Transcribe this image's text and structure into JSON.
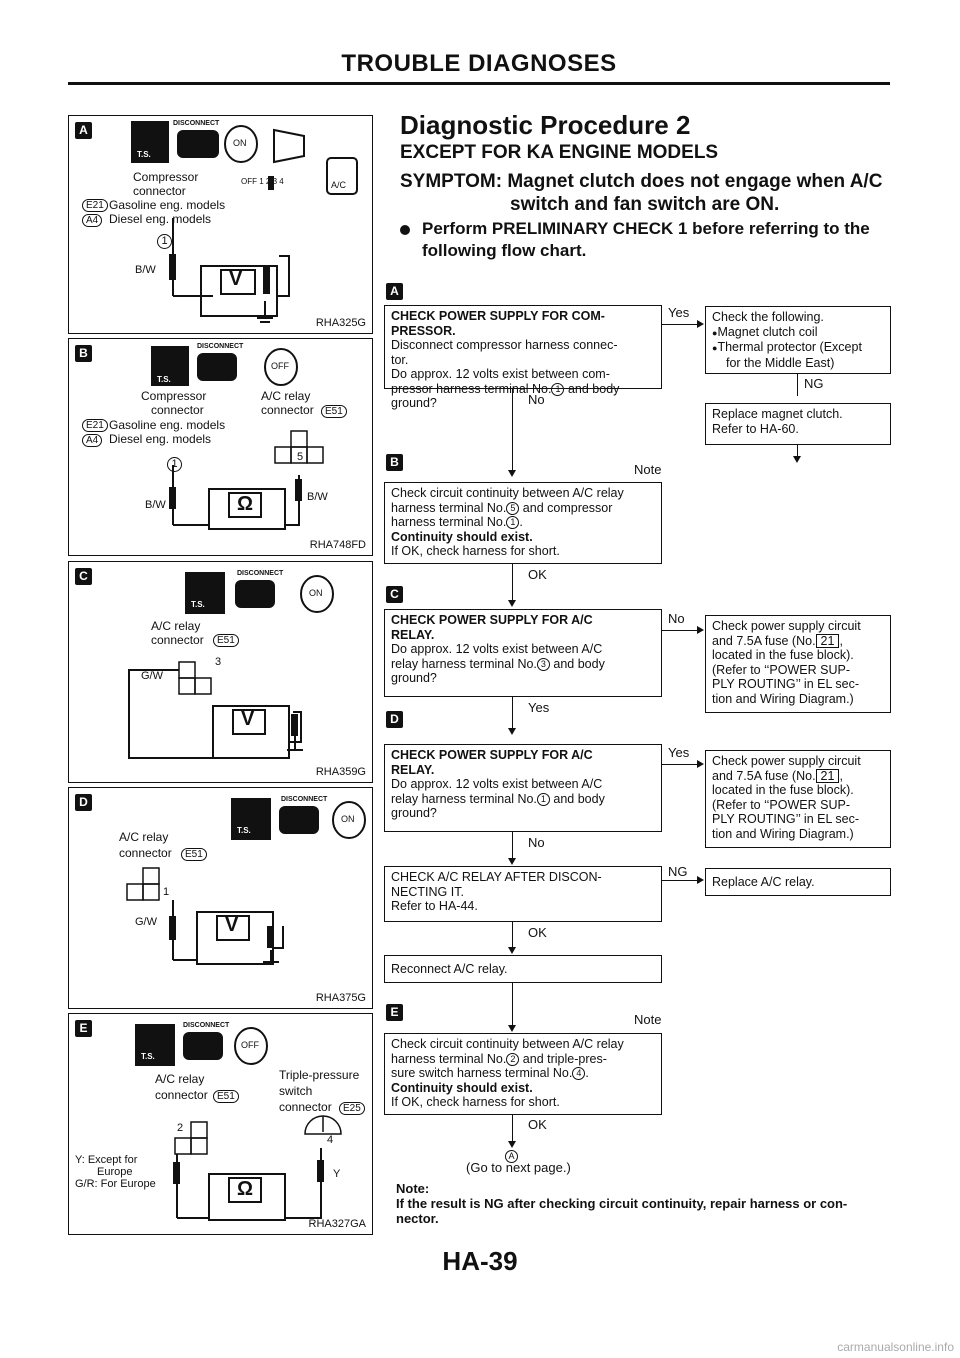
{
  "header": {
    "title": "TROUBLE DIAGNOSES"
  },
  "footer": {
    "page": "HA-39",
    "watermark": "carmanualsonline.info"
  },
  "procedure": {
    "title": "Diagnostic Procedure 2",
    "subtitle": "EXCEPT FOR KA ENGINE MODELS",
    "symptom_line1": "SYMPTOM: Magnet clutch does not engage when A/C",
    "symptom_line2": "switch and fan switch are ON.",
    "bullet_line1": "Perform PRELIMINARY CHECK 1 before referring to the",
    "bullet_line2": "following flow chart."
  },
  "panels": [
    {
      "badge": "A",
      "ref": "RHA325G",
      "labels": {
        "connector1": "Compressor",
        "connector2": "connector",
        "e21": "E21",
        "e21_text": "Gasoline eng. models",
        "a4": "A4",
        "a4_text": "Diesel eng. models",
        "pin": "1",
        "wire": "B/W",
        "meter": "V",
        "disconnect": "DISCONNECT",
        "ts": "T.S.",
        "key": "ON",
        "fan": "OFF  1  2  3  4",
        "ac": "A/C"
      }
    },
    {
      "badge": "B",
      "ref": "RHA748FD",
      "labels": {
        "connector1": "Compressor",
        "connector2": "connector",
        "relay1": "A/C relay",
        "relay2": "connector",
        "e51": "E51",
        "e21": "E21",
        "e21_text": "Gasoline eng. models",
        "a4": "A4",
        "a4_text": "Diesel eng. models",
        "pin1": "1",
        "pin5": "5",
        "wire": "B/W",
        "wire2": "B/W",
        "meter": "Ω",
        "disconnect": "DISCONNECT",
        "ts": "T.S.",
        "key": "OFF"
      }
    },
    {
      "badge": "C",
      "ref": "RHA359G",
      "labels": {
        "relay1": "A/C relay",
        "relay2": "connector",
        "e51": "E51",
        "pin": "3",
        "wire": "G/W",
        "meter": "V",
        "disconnect": "DISCONNECT",
        "ts": "T.S.",
        "key": "ON"
      }
    },
    {
      "badge": "D",
      "ref": "RHA375G",
      "labels": {
        "relay1": "A/C relay",
        "relay2": "connector",
        "e51": "E51",
        "pin": "1",
        "wire": "G/W",
        "meter": "V",
        "disconnect": "DISCONNECT",
        "ts": "T.S.",
        "key": "ON"
      }
    },
    {
      "badge": "E",
      "ref": "RHA327GA",
      "labels": {
        "relay1": "A/C relay",
        "relay2": "connector",
        "e51": "E51",
        "tp1": "Triple-pressure",
        "tp2": "switch",
        "tp3": "connector",
        "e25": "E25",
        "pin2": "2",
        "pin4": "4",
        "wire_y": "Y",
        "legend1": "Y: Except for",
        "legend2": "Europe",
        "legend3": "G/R: For Europe",
        "meter": "Ω",
        "disconnect": "DISCONNECT",
        "ts": "T.S.",
        "key": "OFF"
      }
    }
  ],
  "flow": {
    "badges": [
      "A",
      "B",
      "C",
      "D",
      "E"
    ],
    "step1": {
      "title1": "CHECK POWER SUPPLY FOR COM-",
      "title2": "PRESSOR.",
      "l1": "Disconnect compressor harness connec-",
      "l2": "tor.",
      "l3": "Do approx. 12 volts exist between com-",
      "l4a": "pressor harness terminal No.",
      "pin": "1",
      "l4b": " and body",
      "l5": "ground?"
    },
    "yes1": "Yes",
    "no1": "No",
    "check_following": {
      "l1": "Check the following.",
      "l2": "Magnet clutch coil",
      "l3": "Thermal protector (Except",
      "l4": "for the Middle East)"
    },
    "ng1": "NG",
    "replace_clutch": {
      "l1": "Replace magnet clutch.",
      "l2": "Refer to HA-60."
    },
    "note1": "Note",
    "step2": {
      "l1": "Check circuit continuity between A/C relay",
      "l2a": "harness terminal No.",
      "pin_a": "5",
      "l2b": " and compressor",
      "l3a": "harness terminal No.",
      "pin_b": "1",
      "l3b": ".",
      "l4": "Continuity should exist.",
      "l5": "If OK, check harness for short."
    },
    "ok1": "OK",
    "step3": {
      "title1": "CHECK POWER SUPPLY FOR A/C",
      "title2": "RELAY.",
      "l1": "Do approx. 12 volts exist between A/C",
      "l2a": "relay harness terminal No.",
      "pin": "3",
      "l2b": " and body",
      "l3": "ground?"
    },
    "no2": "No",
    "yes2": "Yes",
    "power_check1": {
      "l1": "Check power supply circuit",
      "l2a": "and 7.5A fuse (No.",
      "fuse": "21",
      "l2b": ",",
      "l3": "located in the fuse block).",
      "l4": "(Refer to ‘‘POWER SUP-",
      "l5": "PLY ROUTING’’ in EL sec-",
      "l6": "tion and Wiring Diagram.)"
    },
    "step4": {
      "title1": "CHECK POWER SUPPLY FOR A/C",
      "title2": "RELAY.",
      "l1": "Do approx. 12 volts exist between A/C",
      "l2a": "relay harness terminal No.",
      "pin": "1",
      "l2b": " and body",
      "l3": "ground?"
    },
    "yes3": "Yes",
    "no3": "No",
    "power_check2": {
      "l1": "Check power supply circuit",
      "l2a": "and 7.5A fuse (No.",
      "fuse": "21",
      "l2b": ",",
      "l3": "located in the fuse block).",
      "l4": "(Refer to ‘‘POWER SUP-",
      "l5": "PLY ROUTING’’ in EL sec-",
      "l6": "tion and Wiring Diagram.)"
    },
    "step5": {
      "l1": "CHECK A/C RELAY AFTER DISCON-",
      "l2": "NECTING IT.",
      "l3": "Refer to HA-44."
    },
    "ng2": "NG",
    "replace_relay": "Replace A/C relay.",
    "ok2": "OK",
    "reconnect": "Reconnect A/C relay.",
    "note2": "Note",
    "step6": {
      "l1": "Check circuit continuity between A/C relay",
      "l2a": "harness terminal No.",
      "pin_a": "2",
      "l2b": " and triple-pres-",
      "l3a": "sure switch harness terminal No.",
      "pin_b": "4",
      "l3b": ".",
      "l4": "Continuity should exist.",
      "l5": "If OK, check harness for short."
    },
    "ok3": "OK",
    "goto_marker": "A",
    "goto": "(Go to next page.)",
    "note_title": "Note:",
    "note_text1": "If the result is NG after checking circuit continuity, repair harness or con-",
    "note_text2": "nector."
  }
}
